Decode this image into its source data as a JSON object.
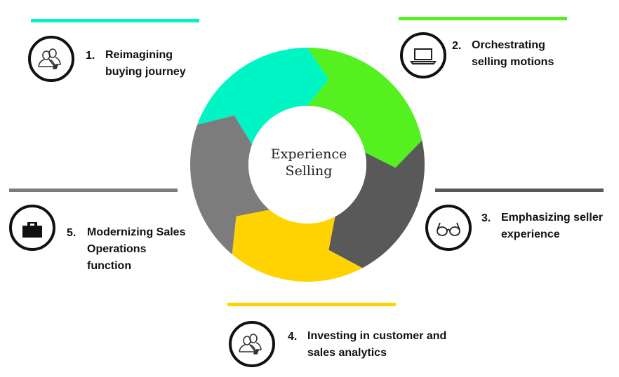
{
  "center": {
    "line1": "Experience",
    "line2": "Selling"
  },
  "colors": {
    "teal": "#00f5c4",
    "green": "#55f01f",
    "dark_gray": "#595959",
    "yellow": "#ffd302",
    "gray": "#7c7c7c"
  },
  "steps": [
    {
      "number": "1.",
      "line1": "Reimagining",
      "line2": "buying journey",
      "line3": "",
      "icon": "users-icon",
      "color": "#00f5c4"
    },
    {
      "number": "2.",
      "line1": "Orchestrating",
      "line2": "selling motions",
      "line3": "",
      "icon": "laptop-icon",
      "color": "#55f01f"
    },
    {
      "number": "3.",
      "line1": "Emphasizing seller",
      "line2": "experience",
      "line3": "",
      "icon": "glasses-icon",
      "color": "#595959"
    },
    {
      "number": "4.",
      "line1": "Investing in customer and",
      "line2": "sales analytics",
      "line3": "",
      "icon": "users-icon",
      "color": "#ffd302"
    },
    {
      "number": "5.",
      "line1": "Modernizing Sales",
      "line2": "Operations",
      "line3": "function",
      "icon": "briefcase-icon",
      "color": "#7c7c7c"
    }
  ]
}
